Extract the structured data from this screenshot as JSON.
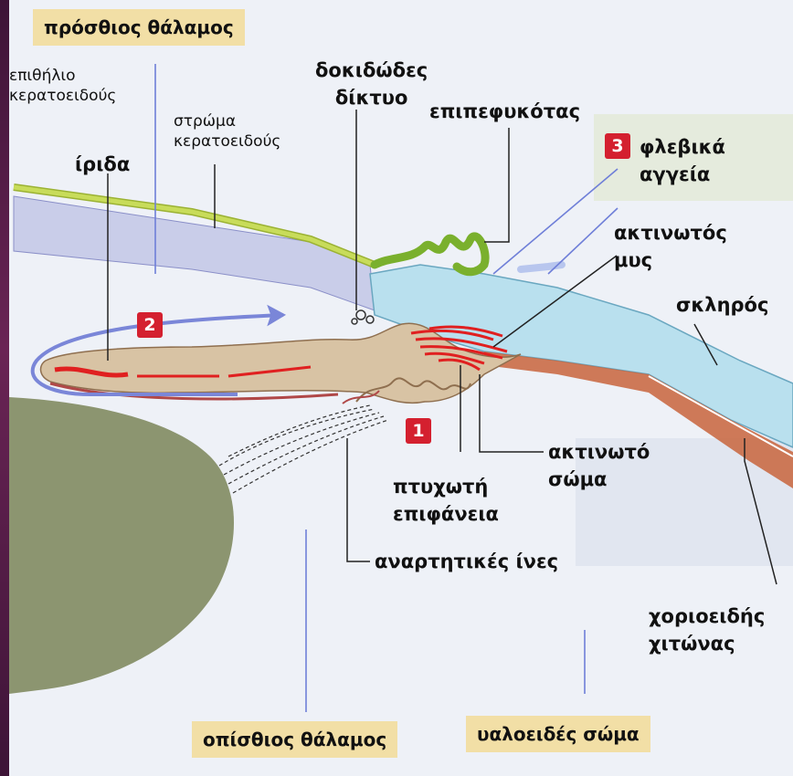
{
  "labels": {
    "anterior_chamber": "πρόσθιος θάλαμος",
    "corneal_epithelium": "επιθήλιο\nκερατοειδούς",
    "corneal_stroma": "στρώμα\nκερατοειδούς",
    "iris": "ίριδα",
    "trabecular_meshwork": "δοκιδώδες\nδίκτυο",
    "conjunctiva": "επιπεφυκότας",
    "venous_vessels": "φλεβικά\nαγγεία",
    "ciliary_muscle": "ακτινωτός\nμυς",
    "sclera": "σκληρός",
    "folded_surface": "πτυχωτή\nεπιφάνεια",
    "ciliary_body": "ακτινωτό\nσώμα",
    "suspensory_fibers": "αναρτητικές ίνες",
    "choroid": "χοριοειδής\nχιτώνας",
    "posterior_chamber": "οπίσθιος θάλαμος",
    "vitreous_body": "υαλοειδές σώμα"
  },
  "badges": {
    "one": "1",
    "two": "2",
    "three": "3"
  },
  "colors": {
    "cornea_epithelium": "#c8dc5a",
    "cornea_stroma": "#c9cde9",
    "sclera": "#b9e0ee",
    "iris_tissue": "#d8c3a4",
    "muscle_red": "#e02020",
    "lens": "#8c9570",
    "choroid": "#c8643c",
    "flow_arrow": "#7a86d8",
    "badge": "#d4202f",
    "tag_bg": "#f2dfa6"
  }
}
